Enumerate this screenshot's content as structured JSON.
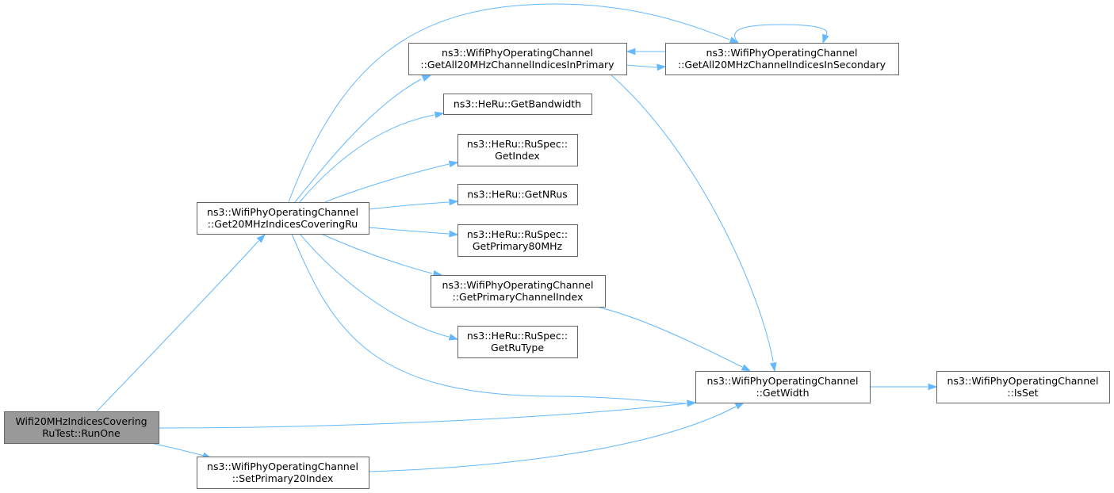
{
  "graph": {
    "nodes": [
      {
        "id": "runone",
        "root": true,
        "lines": [
          "Wifi20MHzIndicesCovering",
          "RuTest::RunOne"
        ]
      },
      {
        "id": "get20",
        "lines": [
          "ns3::WifiPhyOperatingChannel",
          "::Get20MHzIndicesCoveringRu"
        ]
      },
      {
        "id": "setprimary",
        "lines": [
          "ns3::WifiPhyOperatingChannel",
          "::SetPrimary20Index"
        ]
      },
      {
        "id": "allprimary",
        "lines": [
          "ns3::WifiPhyOperatingChannel",
          "::GetAll20MHzChannelIndicesInPrimary"
        ]
      },
      {
        "id": "allsecondary",
        "lines": [
          "ns3::WifiPhyOperatingChannel",
          "::GetAll20MHzChannelIndicesInSecondary"
        ]
      },
      {
        "id": "bandwidth",
        "lines": [
          "ns3::HeRu::GetBandwidth"
        ]
      },
      {
        "id": "getindex",
        "lines": [
          "ns3::HeRu::RuSpec::",
          "GetIndex"
        ]
      },
      {
        "id": "getnrus",
        "lines": [
          "ns3::HeRu::GetNRus"
        ]
      },
      {
        "id": "primary80",
        "lines": [
          "ns3::HeRu::RuSpec::",
          "GetPrimary80MHz"
        ]
      },
      {
        "id": "primaryidx",
        "lines": [
          "ns3::WifiPhyOperatingChannel",
          "::GetPrimaryChannelIndex"
        ]
      },
      {
        "id": "rutype",
        "lines": [
          "ns3::HeRu::RuSpec::",
          "GetRuType"
        ]
      },
      {
        "id": "getwidth",
        "lines": [
          "ns3::WifiPhyOperatingChannel",
          "::GetWidth"
        ]
      },
      {
        "id": "isset",
        "lines": [
          "ns3::WifiPhyOperatingChannel",
          "::IsSet"
        ]
      }
    ],
    "edges": [
      {
        "from": "runone",
        "to": "get20"
      },
      {
        "from": "runone",
        "to": "getwidth"
      },
      {
        "from": "runone",
        "to": "setprimary"
      },
      {
        "from": "get20",
        "to": "allprimary"
      },
      {
        "from": "get20",
        "to": "allsecondary"
      },
      {
        "from": "get20",
        "to": "bandwidth"
      },
      {
        "from": "get20",
        "to": "getindex"
      },
      {
        "from": "get20",
        "to": "getnrus"
      },
      {
        "from": "get20",
        "to": "primary80"
      },
      {
        "from": "get20",
        "to": "primaryidx"
      },
      {
        "from": "get20",
        "to": "rutype"
      },
      {
        "from": "get20",
        "to": "getwidth"
      },
      {
        "from": "allprimary",
        "to": "allsecondary"
      },
      {
        "from": "allsecondary",
        "to": "allprimary"
      },
      {
        "from": "allsecondary",
        "to": "allsecondary"
      },
      {
        "from": "allprimary",
        "to": "getwidth"
      },
      {
        "from": "primaryidx",
        "to": "getwidth"
      },
      {
        "from": "setprimary",
        "to": "getwidth"
      },
      {
        "from": "getwidth",
        "to": "isset"
      }
    ]
  },
  "colors": {
    "edge": "#63b8ff",
    "node_border": "#666666",
    "node_fill": "#ffffff",
    "root_fill": "#999999"
  }
}
